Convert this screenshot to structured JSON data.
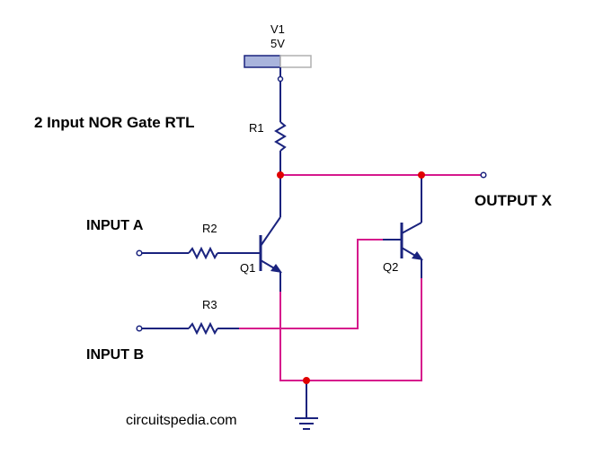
{
  "title": "2 Input NOR Gate RTL",
  "source": {
    "name": "V1",
    "value": "5V"
  },
  "resistors": {
    "r1": "R1",
    "r2": "R2",
    "r3": "R3"
  },
  "transistors": {
    "q1": "Q1",
    "q2": "Q2"
  },
  "inputs": {
    "a": "INPUT A",
    "b": "INPUT B"
  },
  "output": "OUTPUT X",
  "website": "circuitspedia.com",
  "colors": {
    "wire_blue": "#1a237e",
    "wire_magenta": "#d6188c",
    "node_red": "#e00000",
    "battery_fill": "#a9b4dc"
  }
}
